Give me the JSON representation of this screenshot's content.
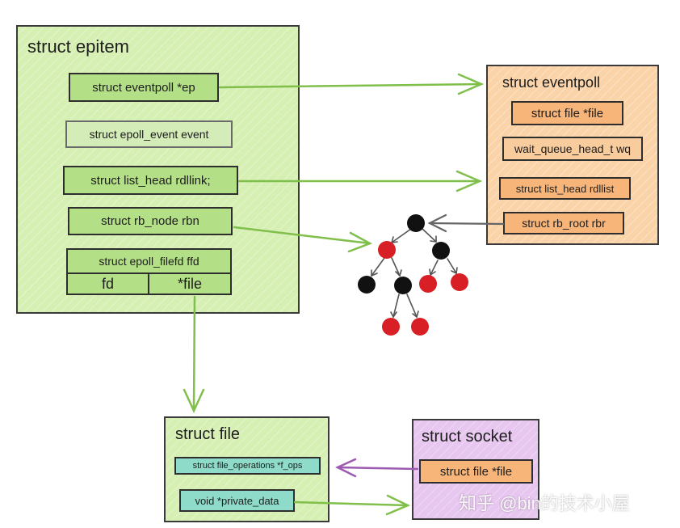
{
  "epitem": {
    "title": "struct epitem",
    "ep": "struct eventpoll *ep",
    "event": "struct epoll_event event",
    "rdllink": "struct list_head rdllink;",
    "rbn": "struct rb_node rbn",
    "ffd": "struct epoll_filefd ffd",
    "fd": "fd",
    "file": "*file"
  },
  "eventpoll": {
    "title": "struct eventpoll",
    "file": "struct file *file",
    "wq": "wait_queue_head_t wq",
    "rdllist": "struct list_head rdllist",
    "rbr": "struct rb_root rbr"
  },
  "file": {
    "title": "struct file",
    "f_ops": "struct file_operations *f_ops",
    "private_data": "void *private_data"
  },
  "socket": {
    "title": "struct socket",
    "file": "struct file *file"
  },
  "watermark": "知乎 @bin的技术小屋",
  "colors": {
    "green": "#b3df86",
    "orange": "#f7b57a",
    "purple": "#e7c6ef",
    "teal": "#8fdbc9",
    "red_node": "#d81f26",
    "black_node": "#111111",
    "arrow_green": "#7fbf4a",
    "arrow_gray": "#666666",
    "arrow_purple": "#9c5bb0"
  }
}
